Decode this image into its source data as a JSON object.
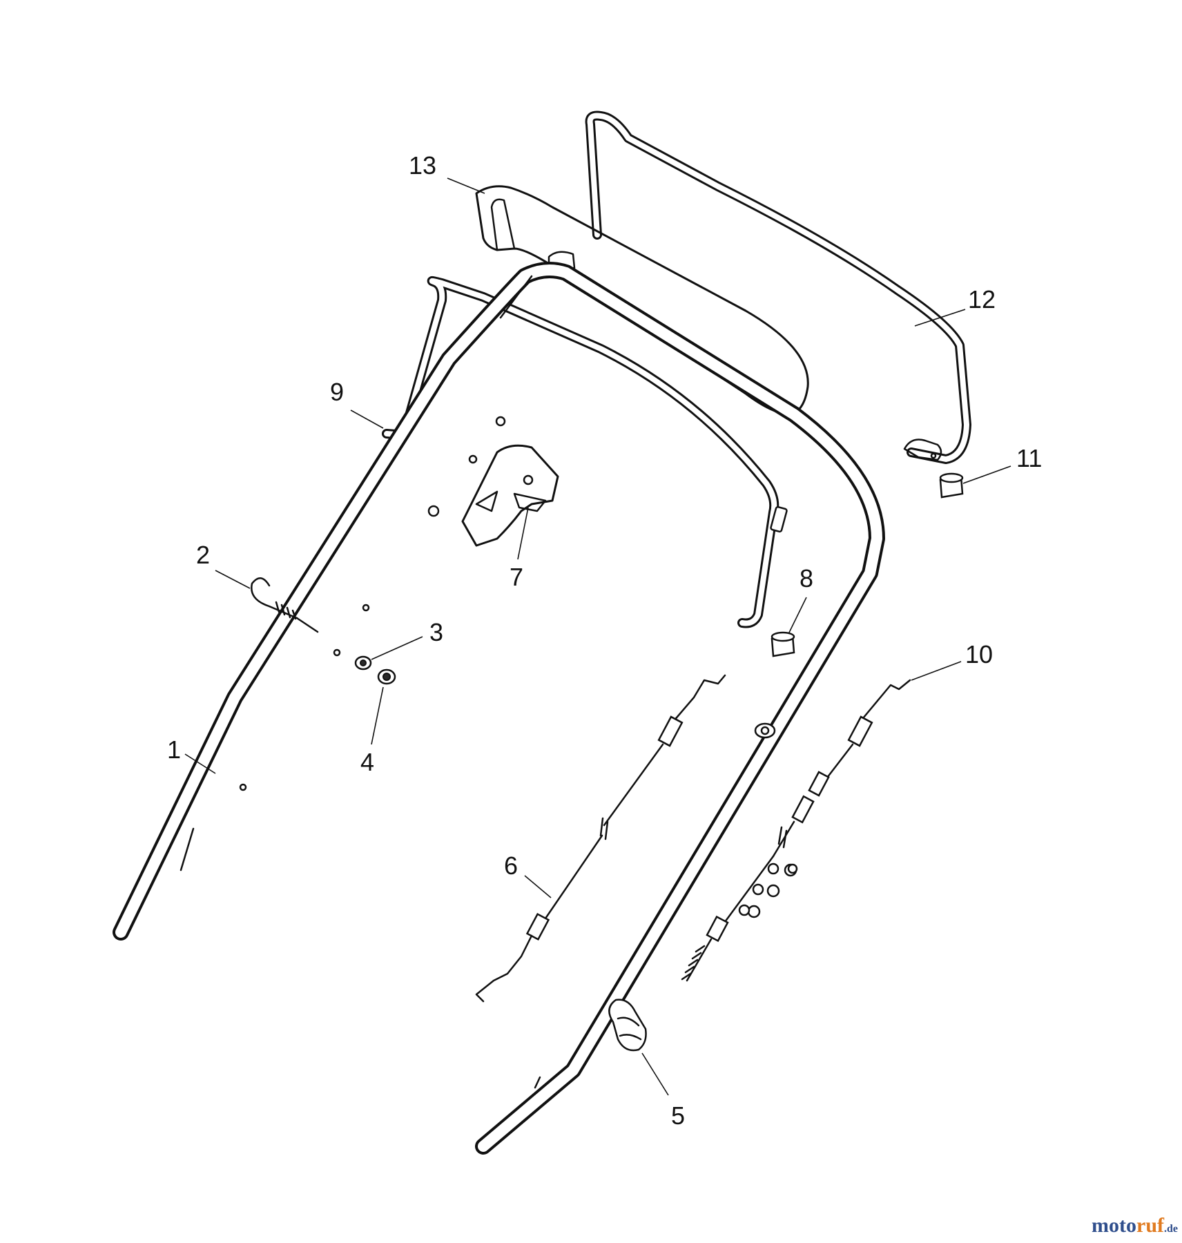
{
  "diagram": {
    "callouts": [
      {
        "id": "1",
        "label": "1"
      },
      {
        "id": "2",
        "label": "2"
      },
      {
        "id": "3",
        "label": "3"
      },
      {
        "id": "4",
        "label": "4"
      },
      {
        "id": "5",
        "label": "5"
      },
      {
        "id": "6",
        "label": "6"
      },
      {
        "id": "7",
        "label": "7"
      },
      {
        "id": "8",
        "label": "8"
      },
      {
        "id": "9",
        "label": "9"
      },
      {
        "id": "10",
        "label": "10"
      },
      {
        "id": "11",
        "label": "11"
      },
      {
        "id": "12",
        "label": "12"
      },
      {
        "id": "13",
        "label": "13"
      }
    ]
  },
  "watermark": {
    "part1": "moto",
    "part2": "ruf",
    "part3": ".de"
  },
  "colors": {
    "line": "#111111",
    "watermark_blue": "#2f4e8c",
    "watermark_orange": "#e07a1f"
  }
}
